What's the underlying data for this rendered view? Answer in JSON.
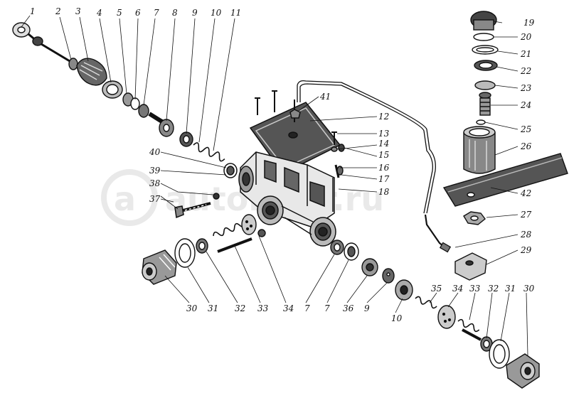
{
  "colors": {
    "ink": "#111111",
    "paper": "#ffffff",
    "watermark": "#d8d8d8"
  },
  "watermark": {
    "text": "autoniter.ru"
  },
  "callouts": [
    "1",
    "2",
    "3",
    "4",
    "5",
    "6",
    "7",
    "8",
    "9",
    "10",
    "11",
    "19",
    "20",
    "21",
    "22",
    "23",
    "24",
    "25",
    "26",
    "41",
    "12",
    "13",
    "14",
    "15",
    "16",
    "17",
    "18",
    "40",
    "39",
    "38",
    "37",
    "42",
    "27",
    "28",
    "29",
    "30",
    "31",
    "32",
    "33",
    "34",
    "7",
    "7",
    "36",
    "9",
    "10",
    "35",
    "34",
    "33",
    "32",
    "31",
    "30"
  ]
}
